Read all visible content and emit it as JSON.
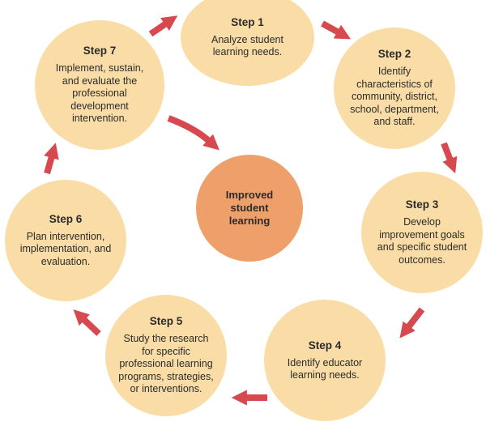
{
  "center": {
    "label": "Improved student learning"
  },
  "steps": [
    {
      "title": "Step 1",
      "text": "Analyze student learning needs."
    },
    {
      "title": "Step 2",
      "text": "Identify characteristics of community, district, school, department, and staff."
    },
    {
      "title": "Step 3",
      "text": "Develop improvement goals and specific student outcomes."
    },
    {
      "title": "Step 4",
      "text": "Identify educator learning needs."
    },
    {
      "title": "Step 5",
      "text": "Study the research for specific professional learning programs, strategies, or interventions."
    },
    {
      "title": "Step 6",
      "text": "Plan intervention, implementation, and evaluation."
    },
    {
      "title": "Step 7",
      "text": "Implement, sustain, and evaluate the professional development intervention."
    }
  ],
  "colors": {
    "step_fill": "#fadca6",
    "center_fill": "#ef9f6a",
    "arrow": "#d64a4f"
  }
}
